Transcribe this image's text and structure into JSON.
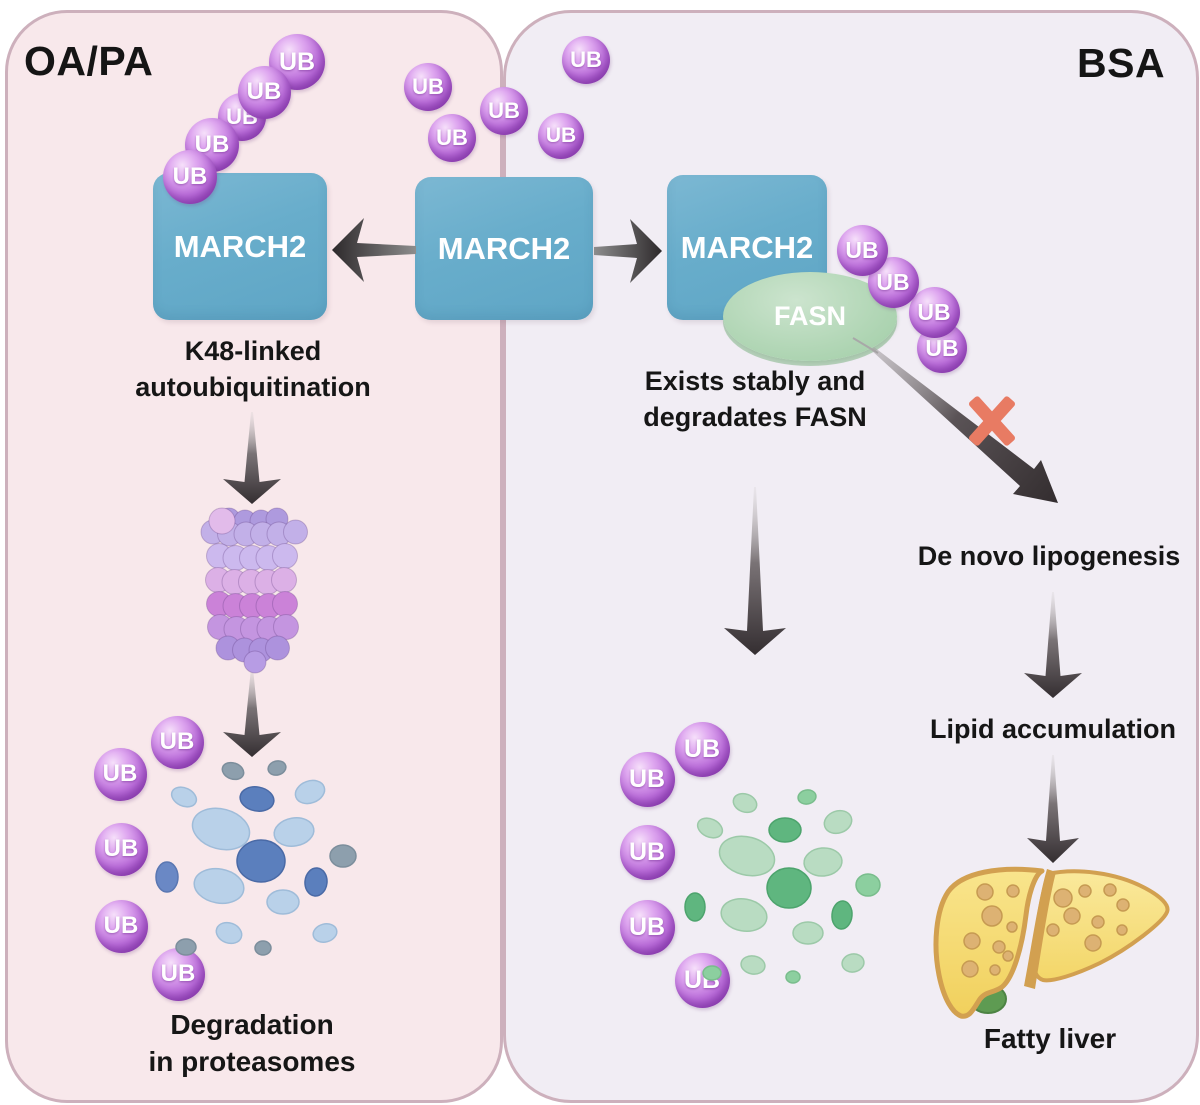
{
  "panels": {
    "left": {
      "title": "OA/PA"
    },
    "right": {
      "title": "BSA"
    }
  },
  "labels": {
    "march2": "MARCH2",
    "fasn": "FASN",
    "ub": "UB",
    "k48_line1": "K48-linked",
    "k48_line2": "autoubiquitination",
    "exists_line1": "Exists stably and",
    "exists_line2": "degradates FASN",
    "de_novo": "De novo lipogenesis",
    "lipid": "Lipid accumulation",
    "fatty_liver": "Fatty liver",
    "degradation_line1": "Degradation",
    "degradation_line2": "in proteasomes"
  },
  "icons": {
    "inhibition": "x-mark",
    "proteasome": "purple-barrel",
    "degraded_protein": "blue-fragments",
    "degraded_fasn": "green-fragments",
    "fatty_liver": "liver-with-lipid-droplets"
  },
  "colors": {
    "panel_left_bg": "#f8e8eb",
    "panel_right_bg": "#f1edf4",
    "panel_border": "#cdb0bc",
    "march2_box": "#68adcb",
    "fasn_ellipse": "#b3d7b7",
    "ub_ball": "#a953cc",
    "arrow_dark": "#3b3538",
    "x_mark": "#e87b63",
    "blue_fragment": "#5b7fbd",
    "green_fragment": "#5fb67f",
    "liver_yellow": "#f5d96e",
    "text": "#161616"
  }
}
